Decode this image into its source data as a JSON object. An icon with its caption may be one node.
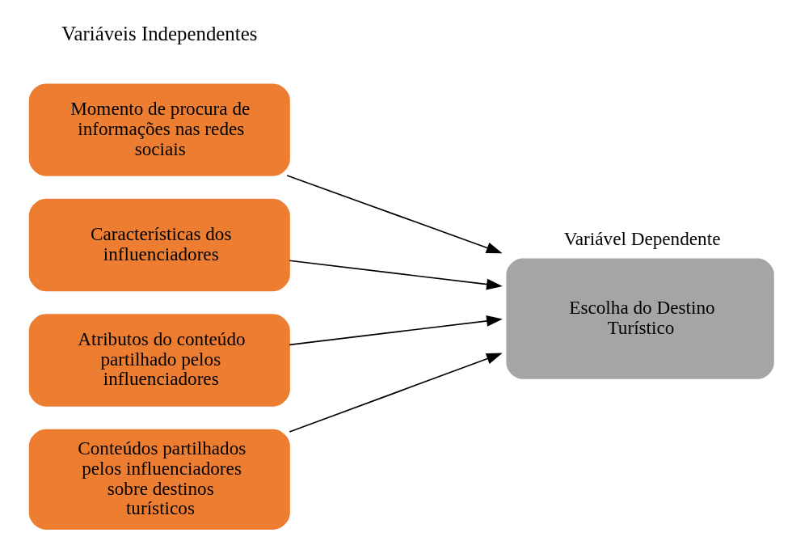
{
  "diagram": {
    "nodes": [
      {
        "text": [
          "Momento de procura de informações nas redes sociais"
        ]
      },
      {
        "text": [
          "Características dos influenciadores"
        ]
      },
      {
        "text": [
          "Atributos do conteúdo partilhado pelos influenciadores"
        ]
      },
      {
        "text": [
          "Conteúdos partilhados pelos influenciadores sobre destinos turísticos"
        ]
      },
      {
        "text": [
          "Variável Dependente",
          "Escolha do Destino Turístico"
        ]
      }
    ],
    "edges": [
      {
        "from": 0,
        "to": 4,
        "arrow": "to"
      },
      {
        "from": 1,
        "to": 4,
        "arrow": "to"
      },
      {
        "from": 2,
        "to": 4,
        "arrow": "to"
      },
      {
        "from": 3,
        "to": 4,
        "arrow": "to"
      }
    ],
    "labels": [
      "Variáveis Independentes"
    ]
  }
}
